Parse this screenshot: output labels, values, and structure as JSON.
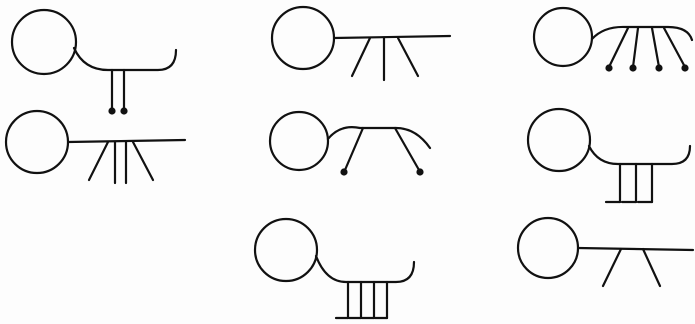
{
  "figure": {
    "stroke_color": "#111111",
    "background_color": "#ffffff",
    "creatures": [
      {
        "id": "creature-1",
        "legs": 2,
        "leg_style": "straight-down",
        "leg_ends": "dot",
        "body": "curved"
      },
      {
        "id": "creature-2",
        "legs": 4,
        "leg_style": "splayed",
        "leg_ends": "plain",
        "body": "straight"
      },
      {
        "id": "creature-3",
        "legs": 3,
        "leg_style": "splayed",
        "leg_ends": "plain",
        "body": "straight"
      },
      {
        "id": "creature-4",
        "legs": 2,
        "leg_style": "splayed",
        "leg_ends": "dot",
        "body": "arched"
      },
      {
        "id": "creature-5",
        "legs": 4,
        "leg_style": "straight-down",
        "leg_ends": "foot",
        "body": "curved"
      },
      {
        "id": "creature-6",
        "legs": 4,
        "leg_style": "splayed",
        "leg_ends": "dot",
        "body": "arched"
      },
      {
        "id": "creature-7",
        "legs": 3,
        "leg_style": "straight-down",
        "leg_ends": "foot",
        "body": "curved"
      },
      {
        "id": "creature-8",
        "legs": 2,
        "leg_style": "splayed",
        "leg_ends": "plain",
        "body": "straight"
      }
    ]
  }
}
